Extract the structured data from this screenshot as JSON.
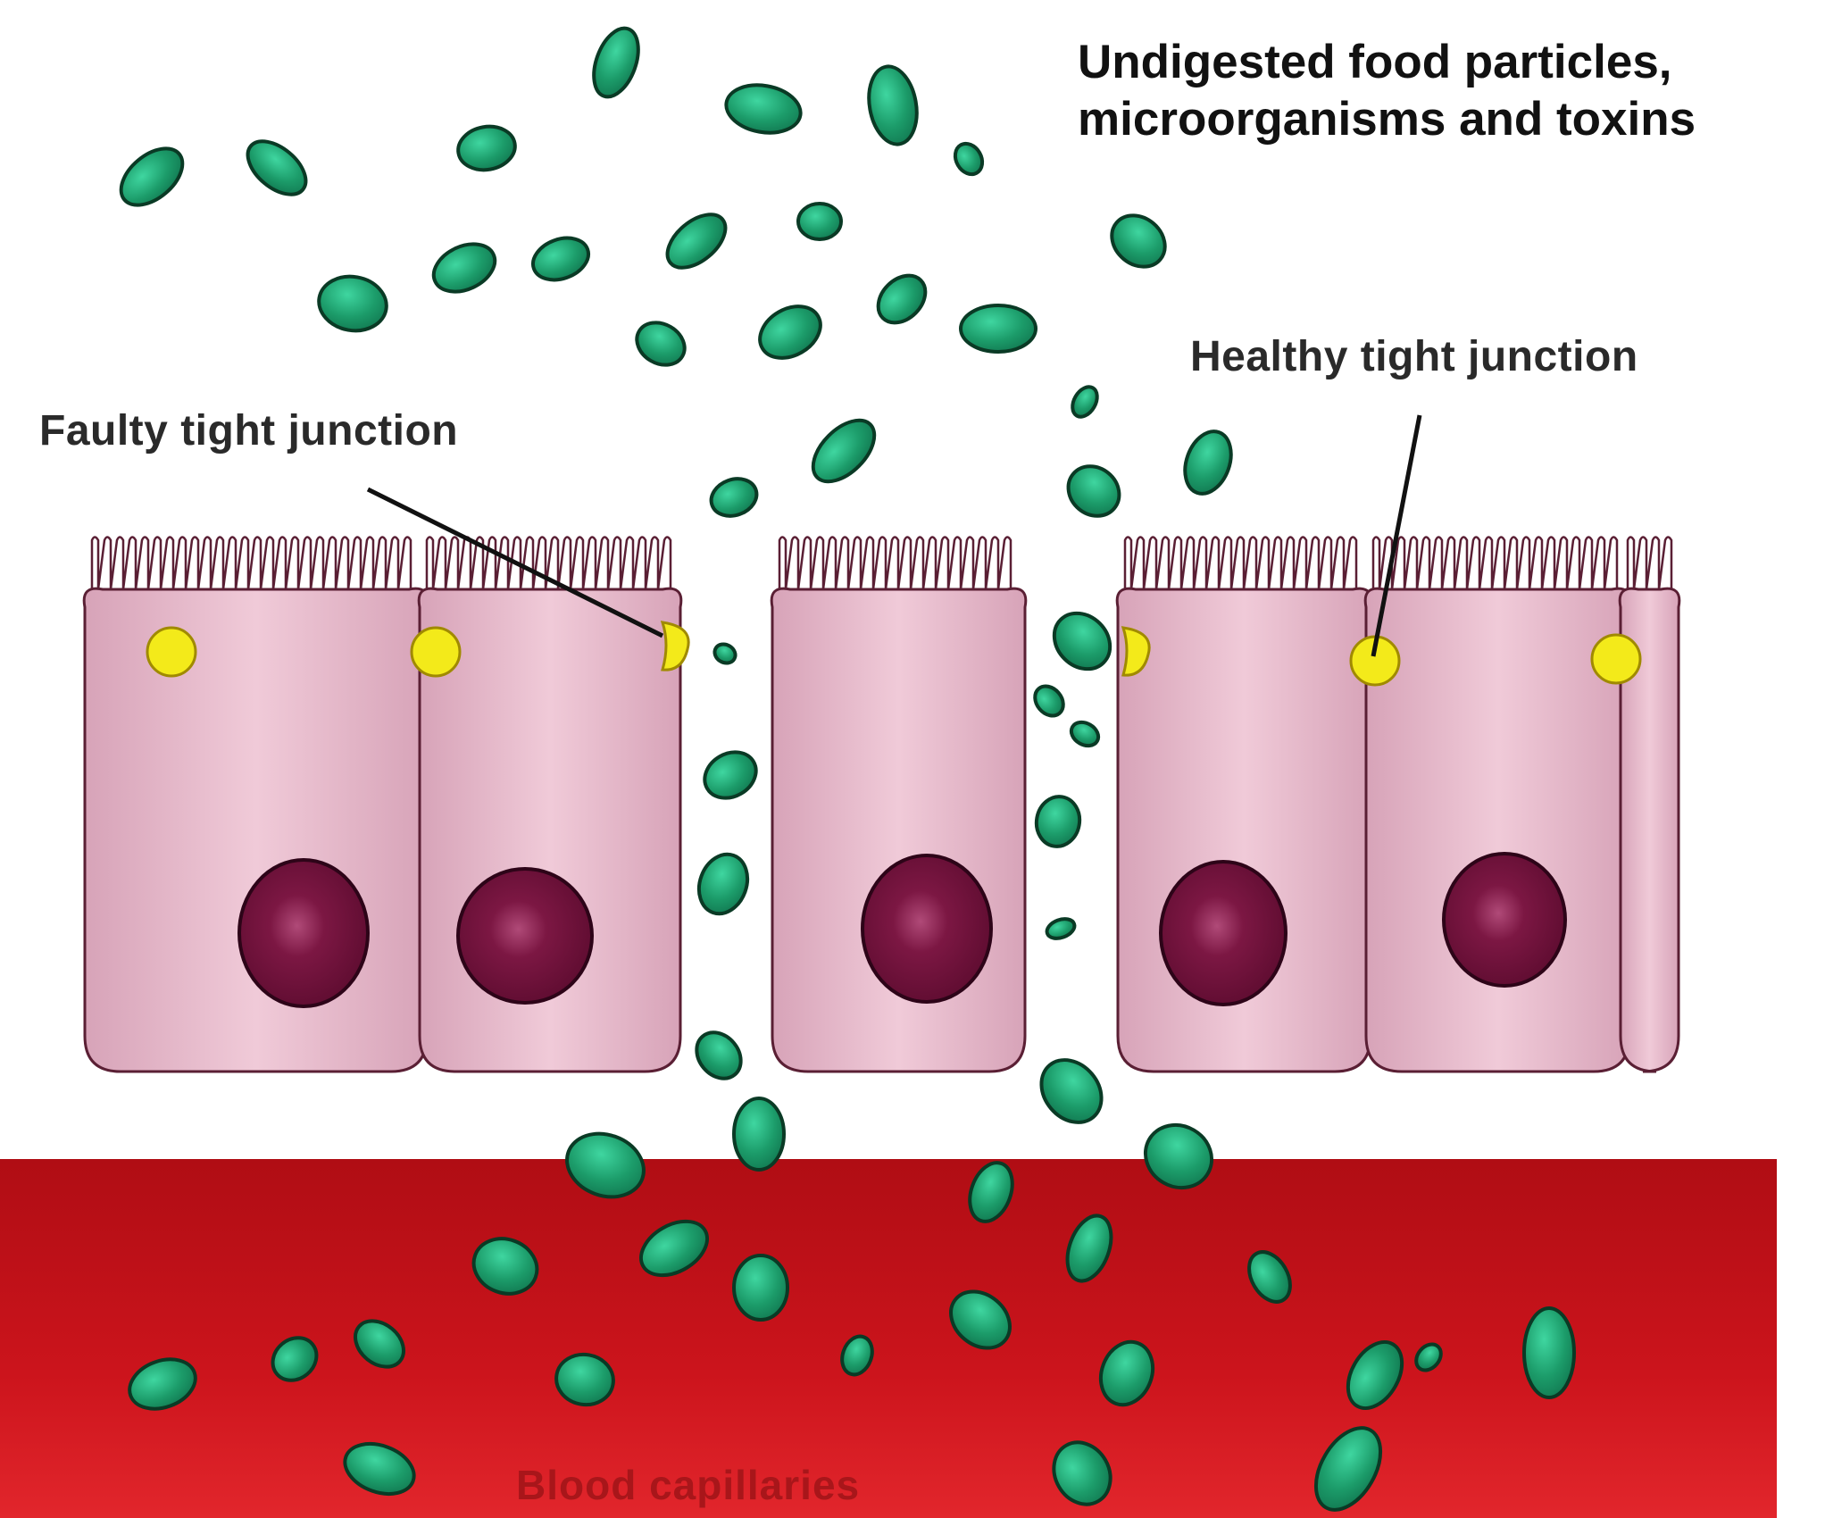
{
  "labels": {
    "particles_line1": "Undigested food particles,",
    "particles_line2": "microorganisms and toxins",
    "faulty_junction": "Faulty tight junction",
    "healthy_junction": "Healthy tight junction",
    "blood_capillaries": "Blood capillaries"
  },
  "colors": {
    "particle_fill": "#1f9a6a",
    "particle_outline": "#0a3a25",
    "cell_fill": "#e5b9c9",
    "cell_outline": "#5a1f34",
    "nucleus": "#7a1540",
    "tight_junction": "#f3ea1a",
    "blood": "#c8121a"
  }
}
